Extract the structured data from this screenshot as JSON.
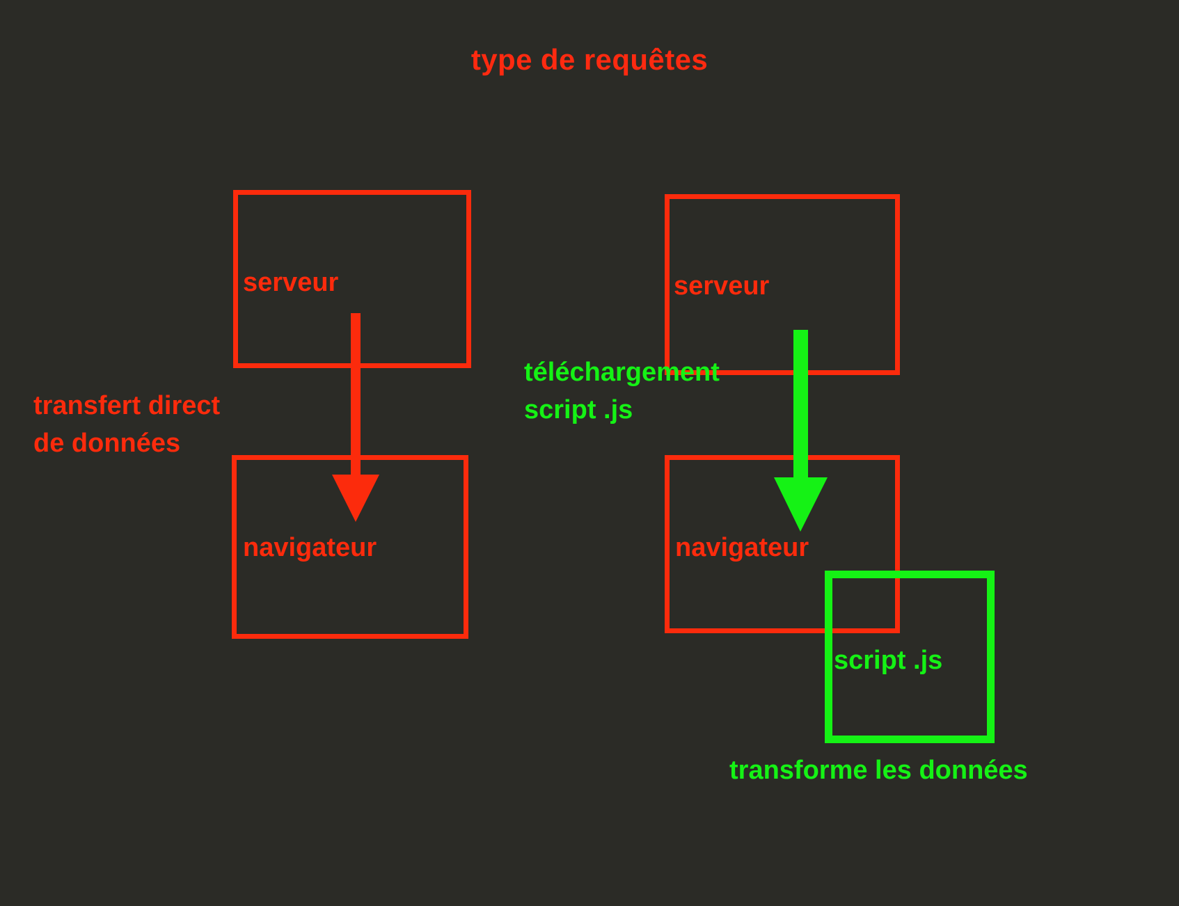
{
  "diagram": {
    "title": "type de requêtes",
    "background_color": "#2b2b26",
    "colors": {
      "red": "#fc2b0c",
      "green": "#15f215"
    },
    "left_flow": {
      "server_label": "serveur",
      "browser_label": "navigateur",
      "note_line1": "transfert direct",
      "note_line2": "de données",
      "arrow": "down-arrow-red"
    },
    "right_flow": {
      "server_label": "serveur",
      "browser_label": "navigateur",
      "script_label": "script .js",
      "note_line1": "téléchargement",
      "note_line2": "script .js",
      "note_bottom": "transforme les données",
      "arrow": "down-arrow-green"
    }
  }
}
